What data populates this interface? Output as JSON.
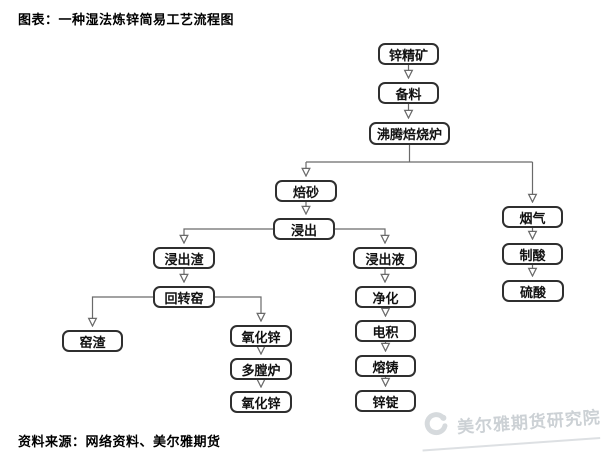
{
  "header": {
    "title": "图表：一种湿法炼锌简易工艺流程图"
  },
  "footer": {
    "source": "资料来源：网络资料、美尔雅期货"
  },
  "watermark": {
    "text": "美尔雅期货研究院",
    "logo_icon": "swirl-logo-icon",
    "color": "#ccd1d5"
  },
  "colors": {
    "background": "#ffffff",
    "box_border": "#2f2f2f",
    "box_fill": "#ffffff",
    "connector": "#6a6a6a",
    "text": "#111111"
  },
  "flowchart": {
    "nodes": {
      "zinc_concentrate": {
        "label": "锌精矿"
      },
      "material_prep": {
        "label": "备料"
      },
      "fluidized_roaster": {
        "label": "沸腾焙烧炉"
      },
      "calcine": {
        "label": "焙砂"
      },
      "leaching": {
        "label": "浸出"
      },
      "flue_gas": {
        "label": "烟气"
      },
      "acid_making": {
        "label": "制酸"
      },
      "sulfuric_acid": {
        "label": "硫酸"
      },
      "leach_residue": {
        "label": "浸出渣"
      },
      "leach_solution": {
        "label": "浸出液"
      },
      "rotary_kiln": {
        "label": "回转窑"
      },
      "kiln_slag": {
        "label": "窑渣"
      },
      "zinc_oxide_1": {
        "label": "氧化锌"
      },
      "multi_hearth_furnace": {
        "label": "多膛炉"
      },
      "zinc_oxide_2": {
        "label": "氧化锌"
      },
      "purification": {
        "label": "净化"
      },
      "electrowinning": {
        "label": "电积"
      },
      "melting_casting": {
        "label": "熔铸"
      },
      "zinc_ingot": {
        "label": "锌锭"
      }
    },
    "edges": [
      {
        "from": "zinc_concentrate",
        "to": "material_prep"
      },
      {
        "from": "material_prep",
        "to": "fluidized_roaster"
      },
      {
        "from": "fluidized_roaster",
        "to": "calcine"
      },
      {
        "from": "fluidized_roaster",
        "to": "flue_gas"
      },
      {
        "from": "calcine",
        "to": "leaching"
      },
      {
        "from": "leaching",
        "to": "leach_residue"
      },
      {
        "from": "leaching",
        "to": "leach_solution"
      },
      {
        "from": "leach_residue",
        "to": "rotary_kiln"
      },
      {
        "from": "rotary_kiln",
        "to": "kiln_slag"
      },
      {
        "from": "rotary_kiln",
        "to": "zinc_oxide_1"
      },
      {
        "from": "zinc_oxide_1",
        "to": "multi_hearth_furnace"
      },
      {
        "from": "multi_hearth_furnace",
        "to": "zinc_oxide_2"
      },
      {
        "from": "leach_solution",
        "to": "purification"
      },
      {
        "from": "purification",
        "to": "electrowinning"
      },
      {
        "from": "electrowinning",
        "to": "melting_casting"
      },
      {
        "from": "melting_casting",
        "to": "zinc_ingot"
      },
      {
        "from": "flue_gas",
        "to": "acid_making"
      },
      {
        "from": "acid_making",
        "to": "sulfuric_acid"
      }
    ]
  }
}
